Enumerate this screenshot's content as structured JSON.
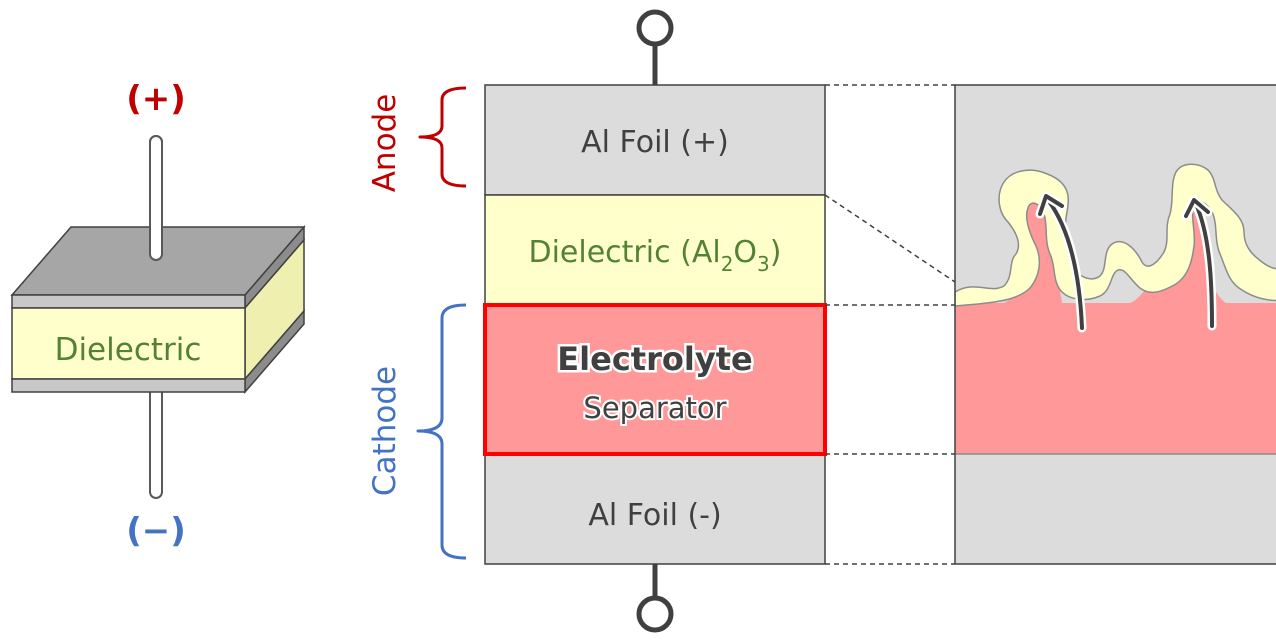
{
  "colors": {
    "positive": "#c00000",
    "negative": "#4472c4",
    "dielectric_text": "#548235",
    "dielectric_fill": "#ffffcc",
    "electrolyte_fill": "#ff9999",
    "electrolyte_border": "#ff0000",
    "foil_fill": "#dcdcdc",
    "foil_top_3d": "#a6a6a6",
    "text_dark": "#404040"
  },
  "left_capacitor": {
    "positive_label": "(+)",
    "negative_label": "(−)",
    "dielectric_label": "Dielectric"
  },
  "brackets": {
    "anode_label": "Anode",
    "cathode_label": "Cathode"
  },
  "stack": {
    "al_foil_top": "Al Foil (+)",
    "dielectric_prefix": "Dielectric (Al",
    "dielectric_sub1": "2",
    "dielectric_mid": "O",
    "dielectric_sub2": "3",
    "dielectric_suffix": ")",
    "electrolyte_title": "Electrolyte",
    "electrolyte_subtitle": "Separator",
    "al_foil_bottom": "Al Foil (-)"
  },
  "zoom_panel": {
    "arrow_icon": "curved-arrow-up-icon"
  }
}
